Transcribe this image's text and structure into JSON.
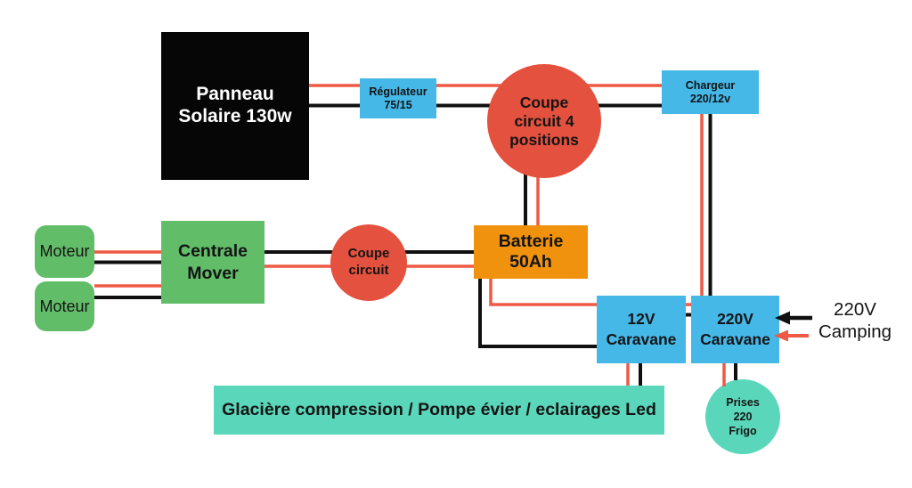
{
  "colors": {
    "panel_black": "#060606",
    "blue": "#45B8E8",
    "green": "#62BD69",
    "orange": "#F0920D",
    "red_shape": "#E4513E",
    "mint": "#5AD7BA",
    "wire_red": "#EE5A45",
    "wire_black": "#101010",
    "text_dark": "#141414",
    "text_light": "#ffffff"
  },
  "nodes": {
    "panneau": {
      "line1": "Panneau",
      "line2": "Solaire 130w"
    },
    "regulateur": {
      "line1": "Régulateur",
      "line2": "75/15"
    },
    "coupe4": {
      "line1": "Coupe",
      "line2": "circuit 4",
      "line3": "positions"
    },
    "chargeur": {
      "line1": "Chargeur",
      "line2": "220/12v"
    },
    "moteur1": {
      "line1": "Moteur"
    },
    "moteur2": {
      "line1": "Moteur"
    },
    "centrale": {
      "line1": "Centrale",
      "line2": "Mover"
    },
    "coupe2": {
      "line1": "Coupe",
      "line2": "circuit"
    },
    "batterie": {
      "line1": "Batterie",
      "line2": "50Ah"
    },
    "caravane12": {
      "line1": "12V",
      "line2": "Caravane"
    },
    "caravane220": {
      "line1": "220V",
      "line2": "Caravane"
    },
    "glaciere": {
      "line1": "Glacière compression / Pompe évier / eclairages Led"
    },
    "prises": {
      "line1": "Prises",
      "line2": "220",
      "line3": "Frigo"
    },
    "camping": {
      "line1": "220V",
      "line2": "Camping"
    }
  }
}
